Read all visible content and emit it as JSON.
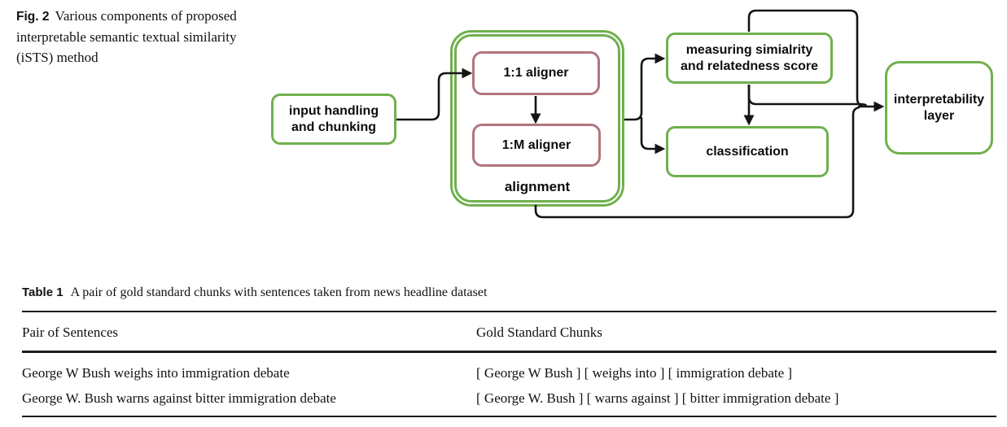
{
  "figure": {
    "caption_label": "Fig. 2",
    "caption_text": "Various components of proposed interpretable semantic textual similarity (iSTS) method",
    "nodes": {
      "input_handling": "input handling\nand chunking",
      "aligner_1_1": "1:1 aligner",
      "aligner_1_m": "1:M aligner",
      "alignment": "alignment",
      "measuring": "measuring simialrity\nand relatedness score",
      "classification": "classification",
      "interpretability": "interpretability\nlayer"
    },
    "colors": {
      "green_border": "#70b04e",
      "maroon_border": "#b1757d",
      "arrow": "#141414"
    }
  },
  "table": {
    "caption_label": "Table 1",
    "caption_text": "A pair of gold standard chunks with sentences taken from news headline dataset",
    "columns": [
      "Pair of Sentences",
      "Gold Standard Chunks"
    ],
    "rows": [
      {
        "sentence": "George W Bush weighs into immigration debate",
        "chunks": "[ George W Bush ] [ weighs into ] [ immigration debate ]"
      },
      {
        "sentence": "George W. Bush warns against bitter immigration debate",
        "chunks": "[ George W. Bush ] [ warns against ] [ bitter immigration debate ]"
      }
    ]
  }
}
